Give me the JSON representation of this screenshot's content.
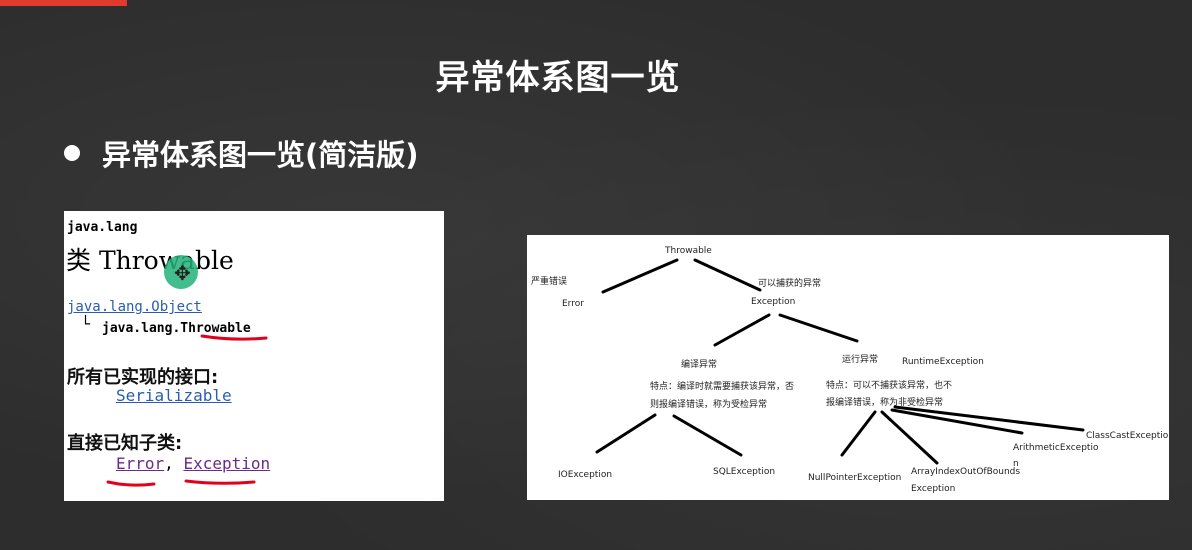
{
  "slide": {
    "title": "异常体系图一览",
    "bullet": "异常体系图一览(简洁版)"
  },
  "doc": {
    "package": "java.lang",
    "class_title": "类 Throwable",
    "object_link": "java.lang.Object",
    "tree_mark": "└",
    "tree_item": "java.lang.Throwable",
    "interfaces_heading": "所有已实现的接口:",
    "interface_link": "Serializable",
    "subclasses_heading": "直接已知子类:",
    "subclass_error": "Error",
    "subclass_separator": ", ",
    "subclass_exception": "Exception"
  },
  "hierarchy": {
    "throwable": "Throwable",
    "serious_error_note": "严重错误",
    "error": "Error",
    "catchable_note": "可以捕获的异常",
    "exception": "Exception",
    "checked_title": "编译异常",
    "checked_desc_line1": "特点：编译时就需要捕获该异常，否",
    "checked_desc_line2": "则报编译错误，称为受检异常",
    "runtime_title": "运行异常",
    "runtime_name": "RuntimeException",
    "runtime_desc_line1": "特点：可以不捕获该异常，也不",
    "runtime_desc_line2": "报编译错误，称为非受检异常",
    "ioexception": "IOException",
    "sqlexception": "SQLException",
    "nullpointer": "NullPointerException",
    "arrayindex_line1": "ArrayIndexOutOfBounds",
    "arrayindex_line2": "Exception",
    "arithmetic_line1": "ArithmeticExceptio",
    "arithmetic_line2": "n",
    "classcast": "ClassCastException"
  },
  "colors": {
    "background": "#2d2d2d",
    "accent_red": "#e23b2e",
    "link_blue": "#2a5db0",
    "link_purple": "#6b2a8c",
    "underline_red": "#e2001a",
    "cursor_green": "#22b07a"
  },
  "icons": {
    "cursor": "move-cursor-icon"
  }
}
